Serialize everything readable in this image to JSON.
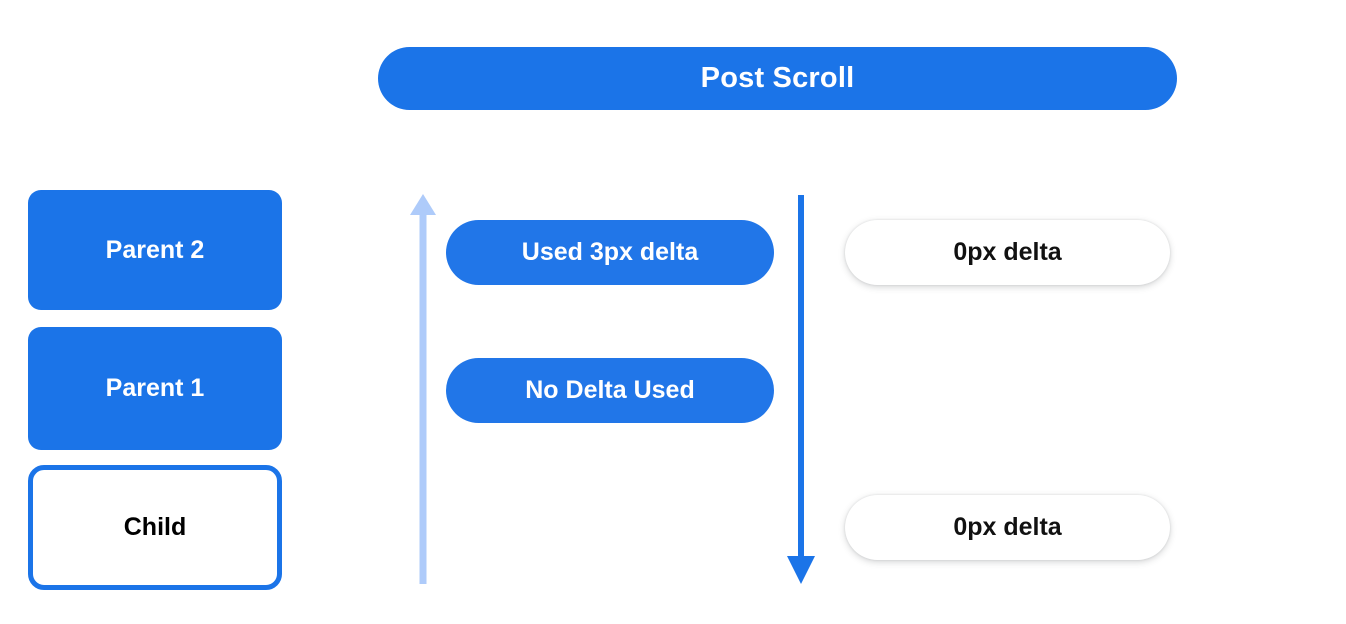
{
  "diagram": {
    "title": "Post Scroll",
    "colors": {
      "primary_blue": "#1b74e8",
      "pill_blue": "#2176e8",
      "light_blue_arrow": "#aecbfa",
      "dark_blue_arrow": "#1b74e8",
      "white": "#ffffff",
      "text_dark": "#111111"
    }
  },
  "header": {
    "label": "Post Scroll"
  },
  "stack": {
    "boxes": [
      {
        "label": "Parent 2",
        "style": "filled"
      },
      {
        "label": "Parent 1",
        "style": "filled"
      },
      {
        "label": "Child",
        "style": "outlined"
      }
    ]
  },
  "arrows": [
    {
      "name": "scroll-chain-up-arrow",
      "direction": "up",
      "color": "#aecbfa"
    },
    {
      "name": "scroll-chain-down-arrow",
      "direction": "down",
      "color": "#1b74e8"
    }
  ],
  "consumed_pills": [
    {
      "label": "Used 3px delta"
    },
    {
      "label": "No Delta Used"
    }
  ],
  "remaining_pills": [
    {
      "label": "0px delta"
    },
    {
      "label": "0px delta"
    }
  ]
}
